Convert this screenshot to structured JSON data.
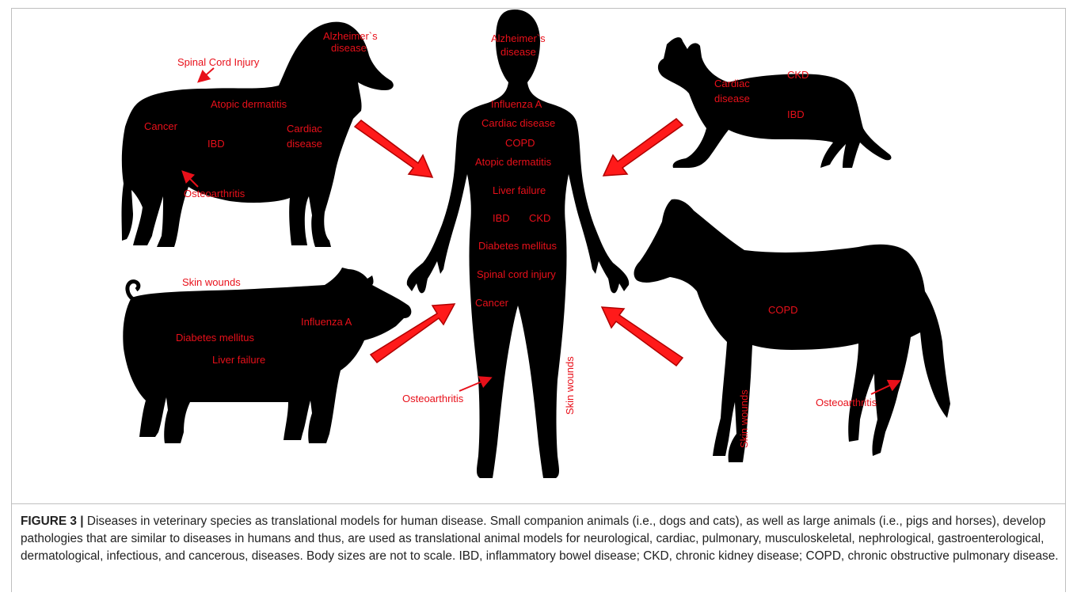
{
  "figure": {
    "dog_labels": {
      "alzheimers": [
        "Alzheimer`s",
        "disease"
      ],
      "spinal": "Spinal Cord Injury",
      "atopic": "Atopic dermatitis",
      "cancer": "Cancer",
      "cardiac": [
        "Cardiac",
        "disease"
      ],
      "ibd": "IBD",
      "osteo": "Osteoarthritis"
    },
    "human_labels": {
      "alzheimers": [
        "Alzheimer`s",
        "disease"
      ],
      "influenza": "Influenza A",
      "cardiac": "Cardiac disease",
      "copd": "COPD",
      "atopic": "Atopic dermatitis",
      "liver": "Liver failure",
      "ibd": "IBD",
      "ckd": "CKD",
      "diabetes": "Diabetes mellitus",
      "spinal": "Spinal cord injury",
      "cancer": "Cancer",
      "osteo": "Osteoarthritis",
      "skin": "Skin wounds"
    },
    "cat_labels": {
      "cardiac": [
        "Cardiac",
        "disease"
      ],
      "ckd": "CKD",
      "ibd": "IBD"
    },
    "pig_labels": {
      "skin": "Skin wounds",
      "influenza": "Influenza A",
      "diabetes": "Diabetes mellitus",
      "liver": "Liver failure"
    },
    "horse_labels": {
      "copd": "COPD",
      "skin": "Skin wounds",
      "osteo": "Osteoarthritis"
    },
    "colors": {
      "silhouette": "#000000",
      "label": "#e8101a",
      "arrow_fill": "#ff1a1a",
      "arrow_stroke": "#b00000"
    }
  },
  "caption": {
    "label": "FIGURE 3 |",
    "text": " Diseases in veterinary species as translational models for human disease. Small companion animals (i.e., dogs and cats), as well as large animals (i.e., pigs and horses), develop pathologies that are similar to diseases in humans and thus, are used as translational animal models for neurological, cardiac, pulmonary, musculoskeletal, nephrological, gastroenterological, dermatological, infectious, and cancerous, diseases. Body sizes are not to scale. IBD, inflammatory bowel disease; CKD, chronic kidney disease; COPD, chronic obstructive pulmonary disease."
  }
}
